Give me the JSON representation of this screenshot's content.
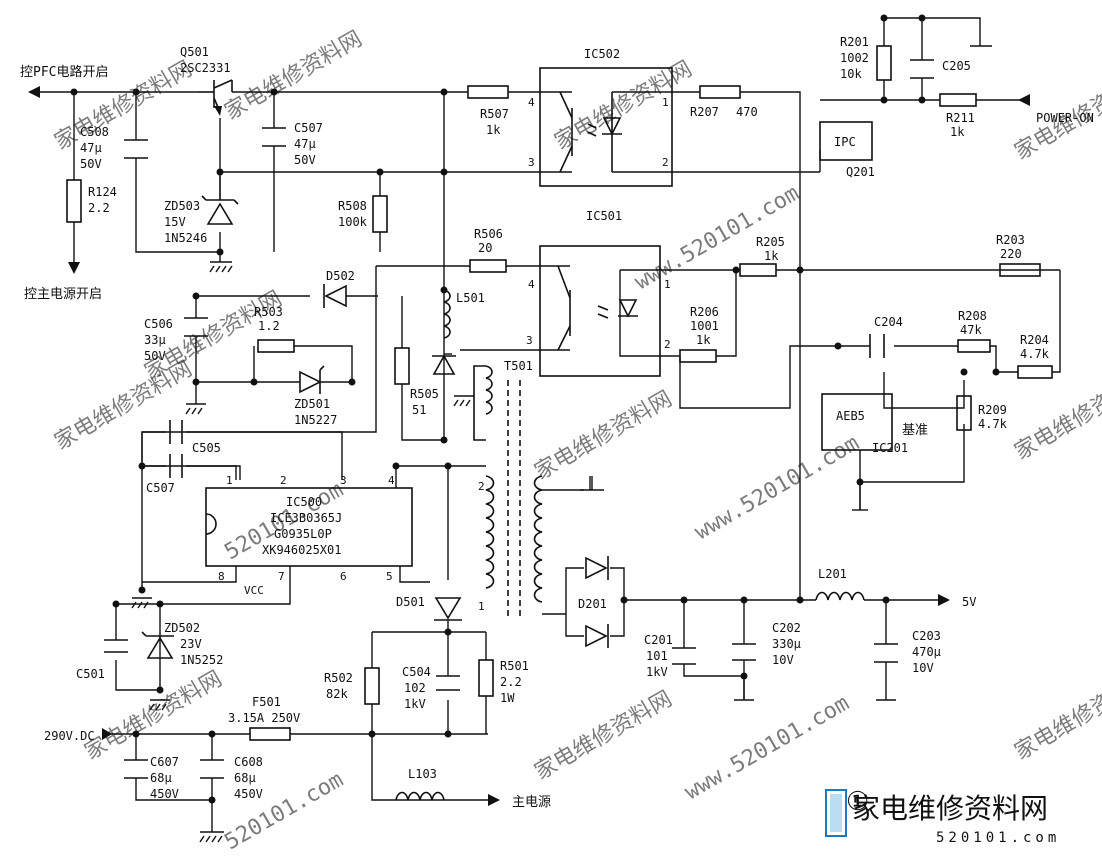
{
  "labels": {
    "pfc_ctrl": "控PFC电路开启",
    "main_ctrl": "控主电源开启",
    "power_on": "POWER-ON",
    "vdc_in": "290V.DC",
    "main_power": "主电源",
    "out_5v": "5V",
    "ref": "基准",
    "vcc": "VCC",
    "fig_no": "①"
  },
  "components": {
    "q501": {
      "ref": "Q501",
      "part": "2SC2331"
    },
    "c508": {
      "ref": "C508",
      "v1": "47μ",
      "v2": "50V"
    },
    "r124": {
      "ref": "R124",
      "v1": "2.2"
    },
    "c507a": {
      "ref": "C507",
      "v1": "47μ",
      "v2": "50V"
    },
    "zd503": {
      "ref": "ZD503",
      "v1": "15V",
      "v2": "1N5246"
    },
    "r508": {
      "ref": "R508",
      "v1": "100k"
    },
    "r507": {
      "ref": "R507",
      "v1": "1k"
    },
    "ic502": {
      "ref": "IC502"
    },
    "r207": {
      "ref": "R207",
      "v1": "470"
    },
    "r201": {
      "ref": "R201",
      "v1": "1002",
      "v2": "10k"
    },
    "c205": {
      "ref": "C205"
    },
    "r211": {
      "ref": "R211",
      "v1": "1k"
    },
    "q201": {
      "ref": "Q201",
      "body": "IPC"
    },
    "r506": {
      "ref": "R506",
      "v1": "20"
    },
    "ic501": {
      "ref": "IC501"
    },
    "r205": {
      "ref": "R205",
      "v1": "1k"
    },
    "r203": {
      "ref": "R203",
      "v1": "220"
    },
    "d502": {
      "ref": "D502"
    },
    "l501": {
      "ref": "L501"
    },
    "c506": {
      "ref": "C506",
      "v1": "33μ",
      "v2": "50V"
    },
    "r503": {
      "ref": "R503",
      "v1": "1.2"
    },
    "zd501": {
      "ref": "ZD501",
      "v1": "1N5227"
    },
    "r505": {
      "ref": "R505",
      "v1": "51"
    },
    "r206": {
      "ref": "R206",
      "v1": "1001",
      "v2": "1k"
    },
    "c204": {
      "ref": "C204"
    },
    "r208": {
      "ref": "R208",
      "v1": "47k"
    },
    "r204": {
      "ref": "R204",
      "v1": "4.7k"
    },
    "t501": {
      "ref": "T501"
    },
    "c505": {
      "ref": "C505"
    },
    "c507b": {
      "ref": "C507"
    },
    "ic500": {
      "ref": "IC500",
      "line1": "ICE3B0365J",
      "line2": "G0935L0P",
      "line3": "XK946025X01"
    },
    "ic201": {
      "ref": "IC201",
      "body": "AEB5"
    },
    "r209": {
      "ref": "R209",
      "v1": "4.7k"
    },
    "zd502": {
      "ref": "ZD502",
      "v1": "23V",
      "v2": "1N5252"
    },
    "c501": {
      "ref": "C501"
    },
    "d501": {
      "ref": "D501"
    },
    "d201": {
      "ref": "D201"
    },
    "l201": {
      "ref": "L201"
    },
    "r502": {
      "ref": "R502",
      "v1": "82k"
    },
    "c504": {
      "ref": "C504",
      "v1": "102",
      "v2": "1kV"
    },
    "r501": {
      "ref": "R501",
      "v1": "2.2",
      "v2": "1W"
    },
    "c201": {
      "ref": "C201",
      "v1": "101",
      "v2": "1kV"
    },
    "c202": {
      "ref": "C202",
      "v1": "330μ",
      "v2": "10V"
    },
    "c203": {
      "ref": "C203",
      "v1": "470μ",
      "v2": "10V"
    },
    "f501": {
      "ref": "F501",
      "v1": "3.15A 250V"
    },
    "c607": {
      "ref": "C607",
      "v1": "68μ",
      "v2": "450V"
    },
    "c608": {
      "ref": "C608",
      "v1": "68μ",
      "v2": "450V"
    },
    "l103": {
      "ref": "L103"
    }
  },
  "pins": {
    "ic502": [
      "4",
      "3",
      "1",
      "2"
    ],
    "ic501": [
      "4",
      "3",
      "1",
      "2"
    ],
    "ic500": [
      "1",
      "2",
      "3",
      "4",
      "8",
      "7",
      "6",
      "5"
    ],
    "t501": [
      "2",
      "1"
    ]
  },
  "watermark": {
    "cn": "家电维修资料网",
    "url": "www.520101.com",
    "url2": "520101.com",
    "logo_text": "家电维修资料网",
    "logo_url": "520101.com"
  }
}
